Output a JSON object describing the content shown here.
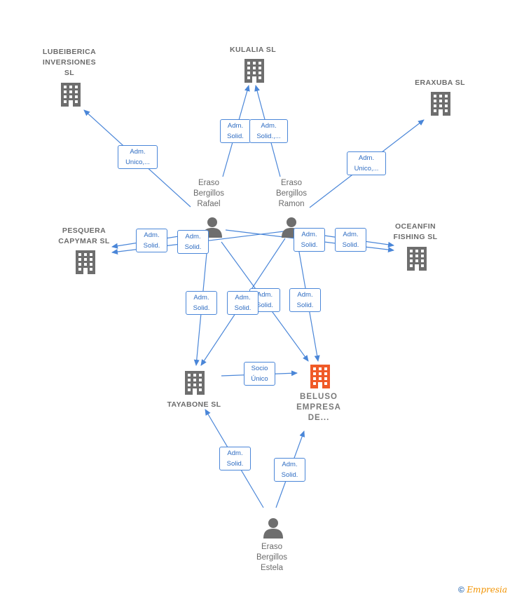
{
  "nodes": {
    "lubeiberica": "LUBEIBERICA\nINVERSIONES\nSL",
    "kulalia": "KULALIA  SL",
    "eraxuba": "ERAXUBA  SL",
    "pesquera": "PESQUERA\nCAPYMAR  SL",
    "oceanfin": "OCEANFIN\nFISHING  SL",
    "tayabone": "TAYABONE  SL",
    "beluso": "BELUSO\nEMPRESA\nDE...",
    "rafael": "Eraso\nBergillos\nRafael",
    "ramon": "Eraso\nBergillos\nRamon",
    "estela": "Eraso\nBergillos\nEstela"
  },
  "edges": {
    "rafael_lubeiberica": "Adm.\nUnico,...",
    "rafael_kulalia": "Adm.\nSolid.",
    "ramon_kulalia": "Adm.\nSolid.,...",
    "ramon_eraxuba": "Adm.\nUnico,...",
    "rafael_pesquera": "Adm.\nSolid.",
    "ramon_pesquera": "Adm.\nSolid.",
    "ramon_oceanfin": "Adm.\nSolid.",
    "rafael_oceanfin": "Adm.\nSolid.",
    "rafael_tayabone": "Adm.\nSolid.",
    "ramon_tayabone": "Adm.\nSolid.",
    "rafael_beluso": "Adm.\nSolid.",
    "ramon_beluso": "Adm.\nSolid.",
    "tayabone_beluso": "Socio\nÚnico",
    "estela_tayabone": "Adm.\nSolid.",
    "estela_beluso": "Adm.\nSolid."
  },
  "footer": {
    "copyright": "©",
    "brand": "Empresia"
  },
  "colors": {
    "edge": "#4a86d8",
    "company": "#6e6e6e",
    "focus": "#f05a28",
    "person": "#6e6e6e"
  },
  "icons": {
    "company": "building-icon",
    "person": "person-icon"
  }
}
